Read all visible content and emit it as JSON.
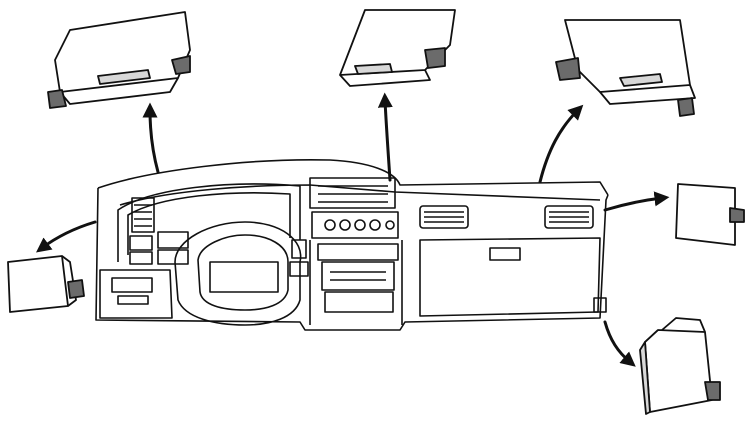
{
  "diagram": {
    "labels": [],
    "colors": {
      "ink": "#111111",
      "paper": "#ffffff",
      "shade": "#6b6b6b",
      "light": "#d8d8d8"
    },
    "parts": [
      {
        "name": "fuse-panel-cover-left-top",
        "icon": "panel-cover-icon"
      },
      {
        "name": "fuse-panel-cover-center-top",
        "icon": "panel-cover-icon"
      },
      {
        "name": "fuse-panel-cover-right-top",
        "icon": "panel-cover-icon"
      },
      {
        "name": "side-cover-left",
        "icon": "side-cover-icon"
      },
      {
        "name": "side-cover-right",
        "icon": "side-cover-icon"
      },
      {
        "name": "lower-cover-right",
        "icon": "lower-cover-icon"
      }
    ]
  }
}
